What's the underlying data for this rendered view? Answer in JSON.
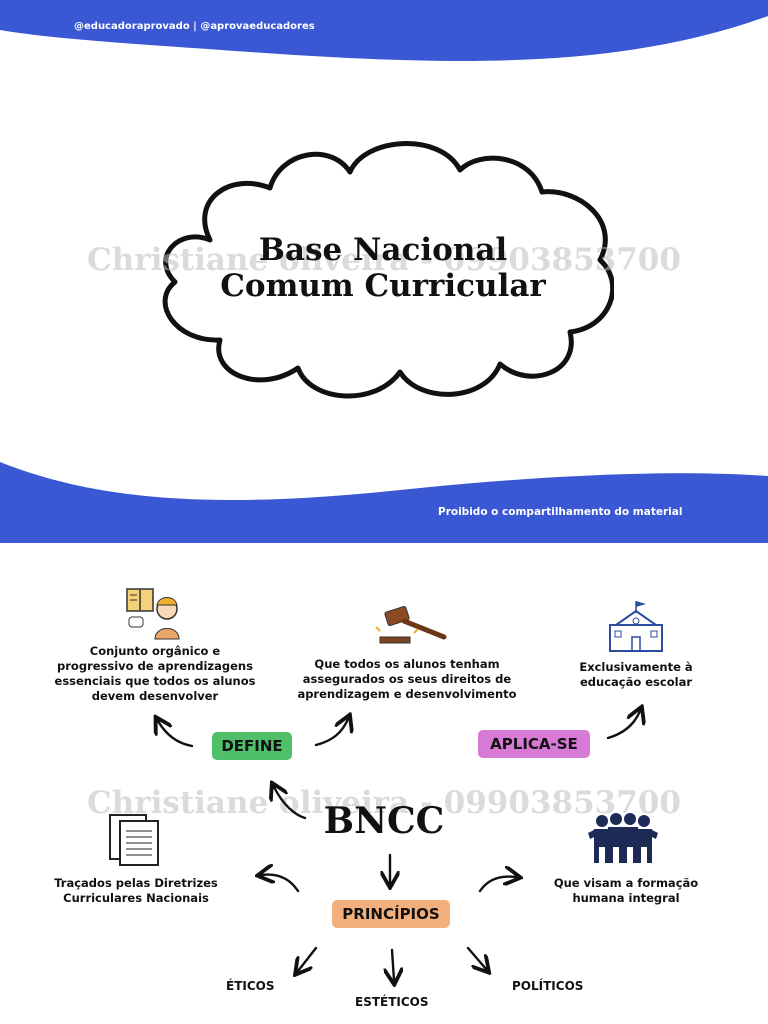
{
  "page1": {
    "handle": "@educadoraprovado | @aprovaeducadores",
    "title_line1": "Base Nacional",
    "title_line2": "Comum Curricular",
    "footer_note": "Proibido o compartilhamento do material",
    "watermark": "Christiane oliveira - 09903853700"
  },
  "page2": {
    "watermark": "Christiane oliveira - 09903853700",
    "center": "BNCC",
    "define_label": "DEFINE",
    "aplica_label": "APLICA-SE",
    "principios_label": "PRINCÍPIOS",
    "define_text": [
      "Conjunto orgânico e",
      "progressivo de aprendizagens",
      "essenciais que todos os alunos",
      "devem desenvolver"
    ],
    "rights_text": [
      "Que todos os alunos tenham",
      "assegurados os seus direitos de",
      "aprendizagem e desenvolvimento"
    ],
    "aplica_text": [
      "Exclusivamente à",
      "educação escolar"
    ],
    "diretrizes_text": [
      "Traçados pelas Diretrizes",
      "Curriculares Nacionais"
    ],
    "formacao_text": [
      "Que visam a formação",
      "humana integral"
    ],
    "principles": [
      "ÉTICOS",
      "ESTÉTICOS",
      "POLÍTICOS"
    ]
  },
  "colors": {
    "blue": "#3a57d4",
    "define_pill": "#4fbf6a",
    "aplica_pill": "#d77ad6",
    "principios_pill": "#f3b07c"
  }
}
